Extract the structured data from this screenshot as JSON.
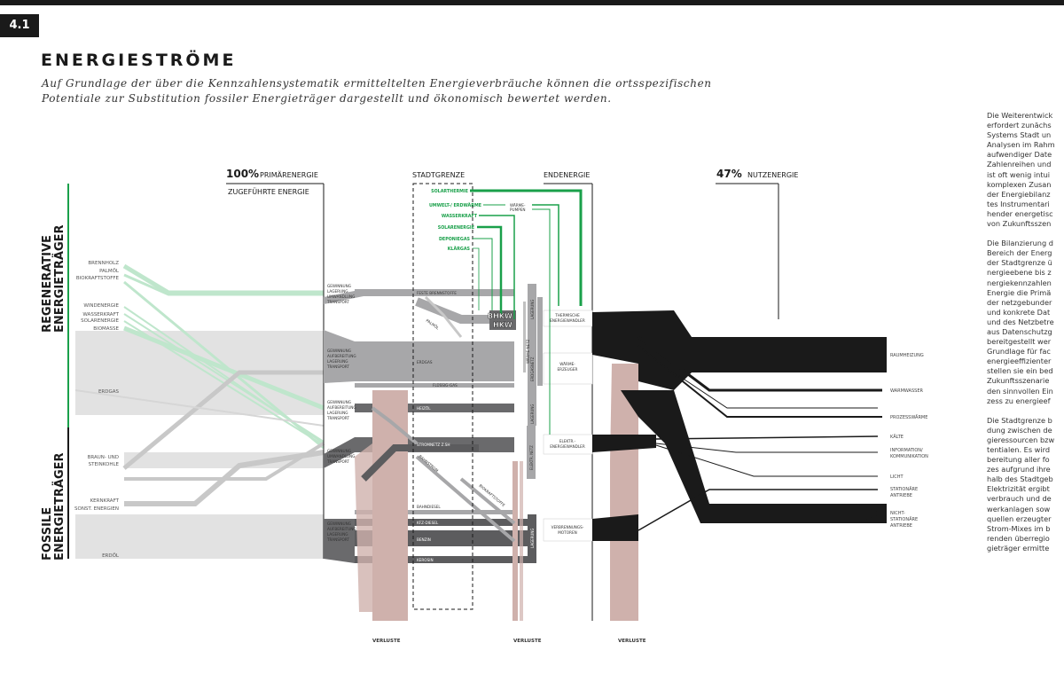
{
  "section_number": "4.1",
  "title": "ENERGIESTRÖME",
  "intro_lines": [
    "Auf Grundlage der über die Kennzahlensystematik ermitteltelten Energieverbräuche können die ortsspezifischen",
    "Potentiale zur Substitution fossiler Energieträger dargestellt und ökonomisch bewertet werden."
  ],
  "headers": {
    "primary_pct": "100%",
    "primary_label": "PRIMÄRENERGIE",
    "supplied": "ZUGEFÜHRTE ENERGIE",
    "city_border": "STADTGRENZE",
    "final": "ENDENERGIE",
    "useful_pct": "47%",
    "useful_label": "NUTZENERGIE"
  },
  "side_labels": {
    "renewable": [
      "REGENERATIVE",
      "ENERGIETRÄGER"
    ],
    "fossil": [
      "FOSSILE",
      "ENERGIETRÄGER"
    ]
  },
  "sources": [
    "BRENNHOLZ",
    "PALMÖL",
    "BIOKRAFTSTOFFE",
    "WINDENERGIE",
    "WASSERKRAFT",
    "SOLARENERGIE",
    "BIOMASSE",
    "ERDGAS",
    "BRAUN- UND",
    "STEINKOHLE",
    "KERNKRAFT",
    "SONST. ENERGIEN",
    "ERDÖL"
  ],
  "processing": [
    [
      "GEWINNUNG",
      "LAGERUNG",
      "UMWANDLUNG",
      "TRANSPORT"
    ],
    [
      "GEWINNUNG",
      "AUFBEREITUNG",
      "LAGERUNG",
      "TRANSPORT"
    ],
    [
      "GEWINNUNG",
      "AUFBEREITUNG",
      "LAGERUNG",
      "TRANSPORT"
    ],
    [
      "GEWINNUNG",
      "UMWANDLUNG",
      "TRANSPORT"
    ],
    [
      "GEWINNUNG",
      "AUFBEREITUNG",
      "LAGERUNG",
      "TRANSPORT"
    ]
  ],
  "local_renewables": [
    "SOLARTHERMIE",
    "UMWELT-/ ERDWÄRME",
    "WASSERKRAFT",
    "SOLARENERGIE",
    "DEPONIEGAS",
    "KLÄRGAS"
  ],
  "heat_pump": [
    "WÄRME-",
    "PUMPEN"
  ],
  "carriers": [
    "FESTE BRENNSTOFFE",
    "ERDGAS",
    "FLÜSSIG-GAS",
    "HEIZÖL",
    "STROMNETZ Z.SH",
    "BAHNSTROM",
    "BIOKRAFTSTOFFE",
    "BAHNDIESEL",
    "KFZ-DIESEL",
    "BENZIN",
    "KEROSIN",
    "PALMÖL"
  ],
  "chp": [
    "BHKW",
    "HKW"
  ],
  "vertical_labels": [
    "LAGERUNG",
    "WÄRME-NETZ",
    "ERDGASNETZ",
    "LAGERUNG",
    "ELEKTR. NETZ",
    "LAGERUNG"
  ],
  "converters": [
    [
      "THERMISCHE",
      "ENERGIEWANDLER"
    ],
    [
      "WÄRME-",
      "ERZEUGER"
    ],
    [
      "ELEKTR.-",
      "ENERGIEWANDLER"
    ],
    [
      "VERBRENNUNGS-",
      "MOTOREN"
    ]
  ],
  "uses": [
    [
      "RAUMHEIZUNG"
    ],
    [
      "WARMWASSER"
    ],
    [
      "PROZESSWÄRME"
    ],
    [
      "KÄLTE"
    ],
    [
      "INFORMATION/",
      "KOMMUNIKATION"
    ],
    [
      "LICHT"
    ],
    [
      "STATIONÄRE",
      "ANTRIEBE"
    ],
    [
      "NICHT-",
      "STATIONÄRE",
      "ANTRIEBE"
    ]
  ],
  "losses": "VERLUSTE",
  "body_paragraphs": [
    [
      "Die Weiterentwick",
      "erfordert zunächs",
      "Systems Stadt un",
      "Analysen im Rahm",
      "aufwendiger Date",
      "Zahlenreihen und",
      "ist oft wenig intui",
      "komplexen Zusan",
      "der Energiebilanz",
      "tes Instrumentari",
      "hender energetisc",
      "von Zukunftsszen"
    ],
    [
      "Die Bilanzierung d",
      "Bereich der Energ",
      "der Stadtgrenze ü",
      "nergieebene bis z",
      "nergiekennzahlen",
      "Energie die Primä",
      "der netzgebunder",
      "und konkrete Dat",
      "und des Netzbetre",
      "aus Datenschutzg",
      "bereitgestellt wer",
      "Grundlage für fac",
      "energieeffizienter",
      "stellen sie ein bed",
      "Zukunftsszenarie",
      "den sinnvollen Ein",
      "zess zu energieef"
    ],
    [
      "Die Stadtgrenze b",
      "dung zwischen de",
      "gieressourcen bzw",
      "tentialen. Es wird",
      "bereitung aller fo",
      "zes aufgrund ihre",
      "halb des Stadtgeb",
      "Elektrizität ergibt",
      "verbrauch und de",
      "werkanlagen sow",
      "quellen erzeugter",
      "Strom-Mixes im b",
      "renden überregio",
      "gieträger ermitte"
    ]
  ],
  "colors": {
    "green": "#1aa04a",
    "light_green": "#bfe6cc",
    "grey_light": "#e2e2e2",
    "grey_mid": "#a7a7a9",
    "grey_dark": "#5c5c5e",
    "loss_pink": "#cfb1ac",
    "black": "#1a1a1a"
  }
}
